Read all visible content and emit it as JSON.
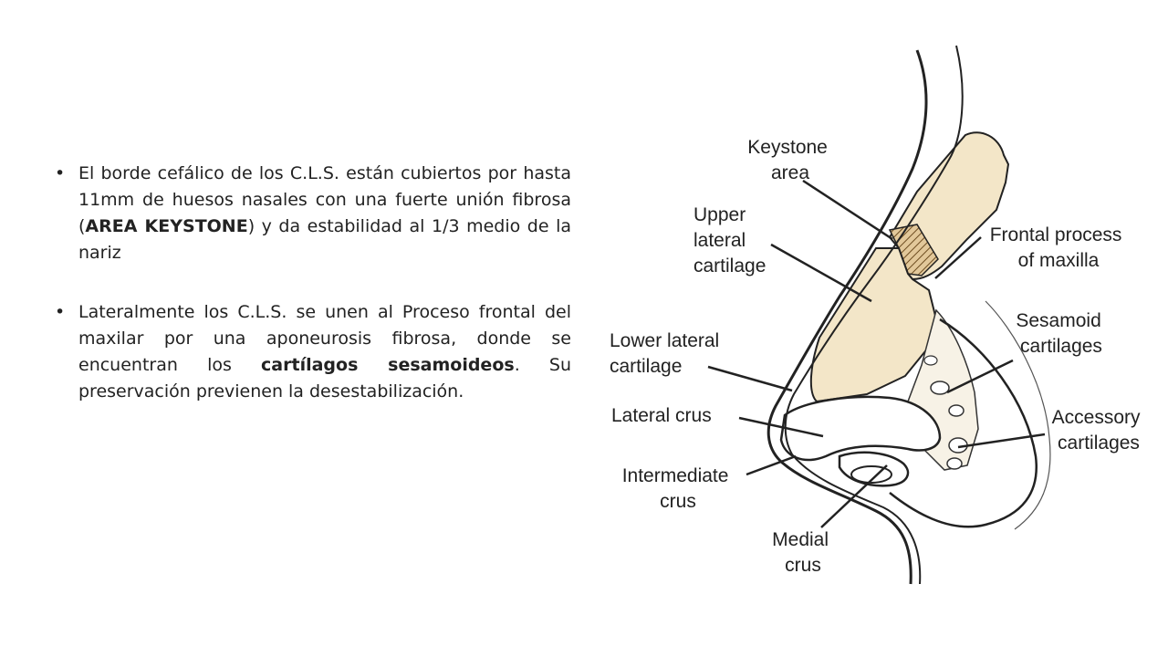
{
  "bullets": [
    {
      "before": "El borde cefálico de los C.L.S. están cubiertos por hasta 11mm de huesos nasales con una fuerte unión fibrosa (",
      "bold": "AREA KEYSTONE",
      "after": ") y da estabilidad al 1/3 medio de la nariz"
    },
    {
      "before": "Lateralmente los C.L.S. se unen al Proceso frontal del maxilar por una aponeurosis fibrosa, donde se encuentran los ",
      "bold": "cartílagos sesamoideos",
      "after": ". Su preservación previenen la desestabilización."
    }
  ],
  "diagram": {
    "cartilage_color": "#f3e6c8",
    "labels": {
      "keystone": [
        "Keystone",
        "area"
      ],
      "upper_lateral": [
        "Upper",
        "lateral",
        "cartilage"
      ],
      "frontal_process": [
        "Frontal process",
        "of maxilla"
      ],
      "sesamoid": [
        "Sesamoid",
        "cartilages"
      ],
      "lower_lateral": [
        "Lower lateral",
        "cartilage"
      ],
      "lateral_crus": [
        "Lateral crus"
      ],
      "accessory": [
        "Accessory",
        "cartilages"
      ],
      "intermediate": [
        "Intermediate",
        "crus"
      ],
      "medial": [
        "Medial",
        "crus"
      ]
    }
  }
}
